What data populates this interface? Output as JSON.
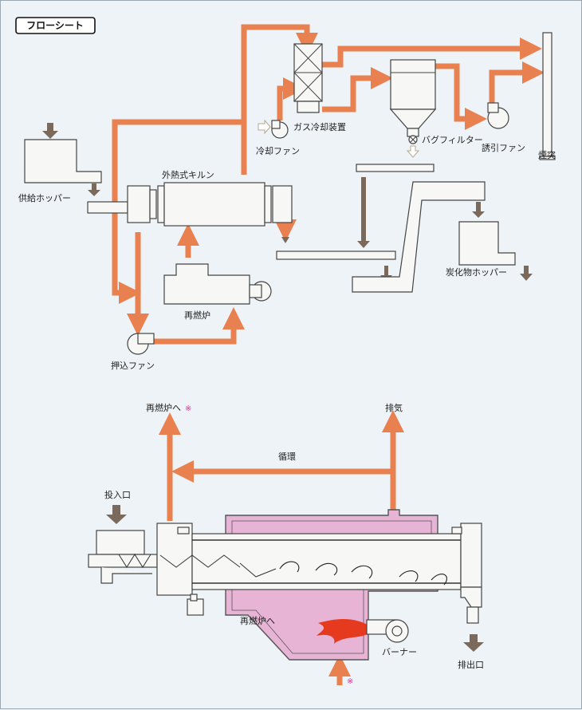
{
  "title": "フローシート",
  "flow": {
    "supply_hopper": "供給ホッパー",
    "kiln": "外熱式キルン",
    "gas_cooler": "ガス冷却装置",
    "cooling_fan": "冷却ファン",
    "bag_filter": "バグフィルター",
    "induced_fan": "誘引ファン",
    "chimney": "煙突",
    "char_hopper": "炭化物ホッパー",
    "afterburner": "再燃炉",
    "push_fan": "押込ファン"
  },
  "kiln_detail": {
    "to_afterburner_top": "再燃炉へ",
    "exhaust": "排気",
    "circulation": "循環",
    "inlet": "投入口",
    "to_afterburner_bottom": "再燃炉へ",
    "burner": "バーナー",
    "outlet": "排出口",
    "note_mark": "※"
  },
  "colors": {
    "gas_flow": "#e8814f",
    "material_flow": "#7b6a5c",
    "heating_chamber": "#e8b4d6",
    "flame": "#e53a1e",
    "note_mark": "#e0309a"
  }
}
